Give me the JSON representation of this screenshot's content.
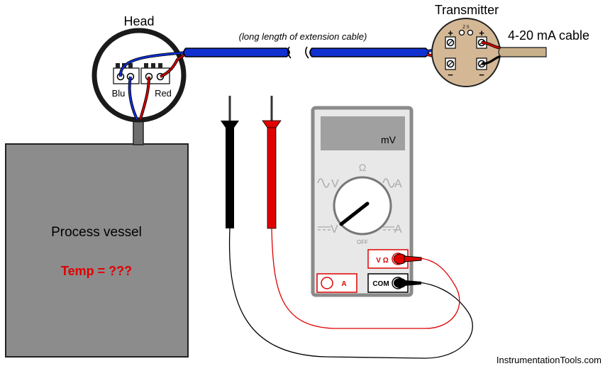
{
  "labels": {
    "head": "Head",
    "transmitter": "Transmitter",
    "cable_note": "(long length of extension cable)",
    "output_cable": "4-20 mA cable",
    "terminal_blu": "Blu",
    "terminal_red": "Red",
    "vessel": "Process vessel",
    "temp": "Temp = ???",
    "meter_units": "mV",
    "dial_ohm": "Ω",
    "dial_off": "OFF",
    "dial_ac_v": "V",
    "dial_ac_a": "A",
    "dial_dc_v": "V",
    "dial_dc_a": "A",
    "jack_v_ohm": "V Ω",
    "jack_a": "A",
    "jack_com": "COM",
    "xmtr_plus": "+",
    "xmtr_minus": "−",
    "xmtr_plus2": "+",
    "xmtr_minus2": "−",
    "xmtr_zs": "Z  S",
    "watermark": "InstrumentationTools.com"
  },
  "colors": {
    "wire_blue": "#1030d0",
    "wire_red": "#cc0000",
    "vessel_fill": "#8c8c8c",
    "meter_body": "#e8e8e8",
    "meter_border": "#8a8a8a",
    "display": "#a0a0a0",
    "transmitter_fill": "#d4b896",
    "temp_text": "#e00000",
    "cable_tan": "#c8b08a"
  }
}
